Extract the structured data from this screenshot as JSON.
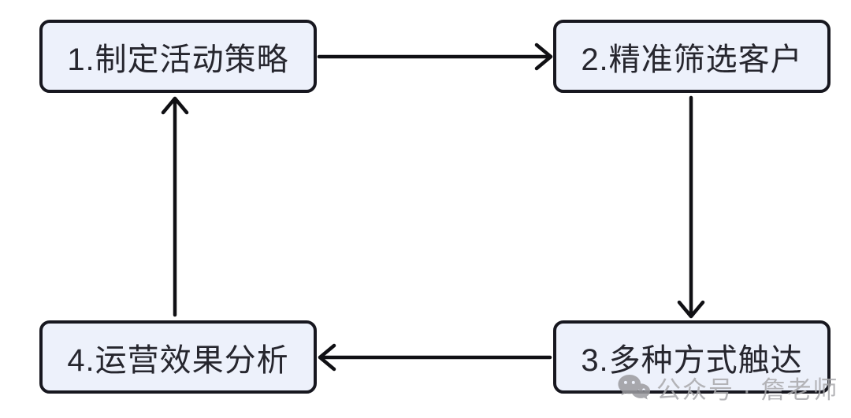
{
  "diagram": {
    "type": "cycle-flowchart",
    "steps": [
      {
        "label": "1.制定活动策略"
      },
      {
        "label": "2.精准筛选客户"
      },
      {
        "label": "3.多种方式触达"
      },
      {
        "label": "4.运营效果分析"
      }
    ],
    "connections": [
      {
        "from": "1.制定活动策略",
        "to": "2.精准筛选客户",
        "direction": "right"
      },
      {
        "from": "2.精准筛选客户",
        "to": "3.多种方式触达",
        "direction": "down"
      },
      {
        "from": "3.多种方式触达",
        "to": "4.运营效果分析",
        "direction": "left"
      },
      {
        "from": "4.运营效果分析",
        "to": "1.制定活动策略",
        "direction": "up"
      }
    ],
    "colors": {
      "background": "#ffffff",
      "box_fill": "#edf1fb",
      "box_border": "#17171f",
      "arrow": "#101014",
      "text": "#26262e",
      "watermark": "#a9a9ac"
    }
  },
  "watermark": {
    "icon": "wechat-icon",
    "text": "公众号 · 詹老师"
  }
}
